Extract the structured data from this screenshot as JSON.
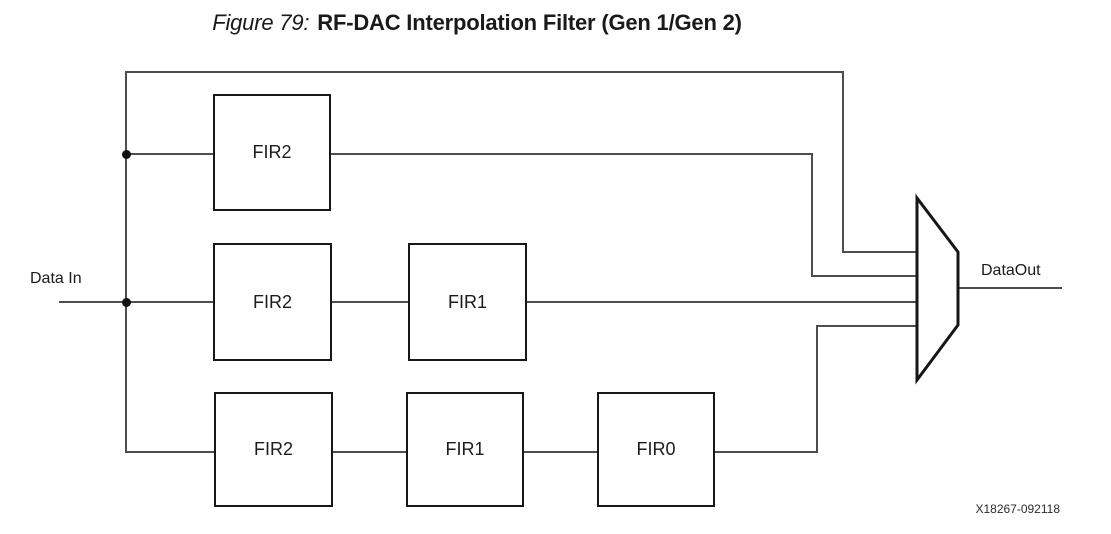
{
  "figure": {
    "number_label": "Figure 79:",
    "title": "RF-DAC Interpolation Filter (Gen 1/Gen 2)"
  },
  "labels": {
    "input": "Data In",
    "output": "DataOut",
    "image_id": "X18267-092118"
  },
  "diagram": {
    "type": "block-diagram",
    "paths": [
      {
        "blocks": []
      },
      {
        "blocks": [
          "FIR2"
        ]
      },
      {
        "blocks": [
          "FIR2",
          "FIR1"
        ]
      },
      {
        "blocks": [
          "FIR2",
          "FIR1",
          "FIR0"
        ]
      }
    ],
    "mux_inputs": 4,
    "mux_outputs": 1
  },
  "colors": {
    "background": "#ffffff",
    "wire": "#4d4d4d",
    "block_border": "#181818",
    "text": "#1a1a1a"
  }
}
